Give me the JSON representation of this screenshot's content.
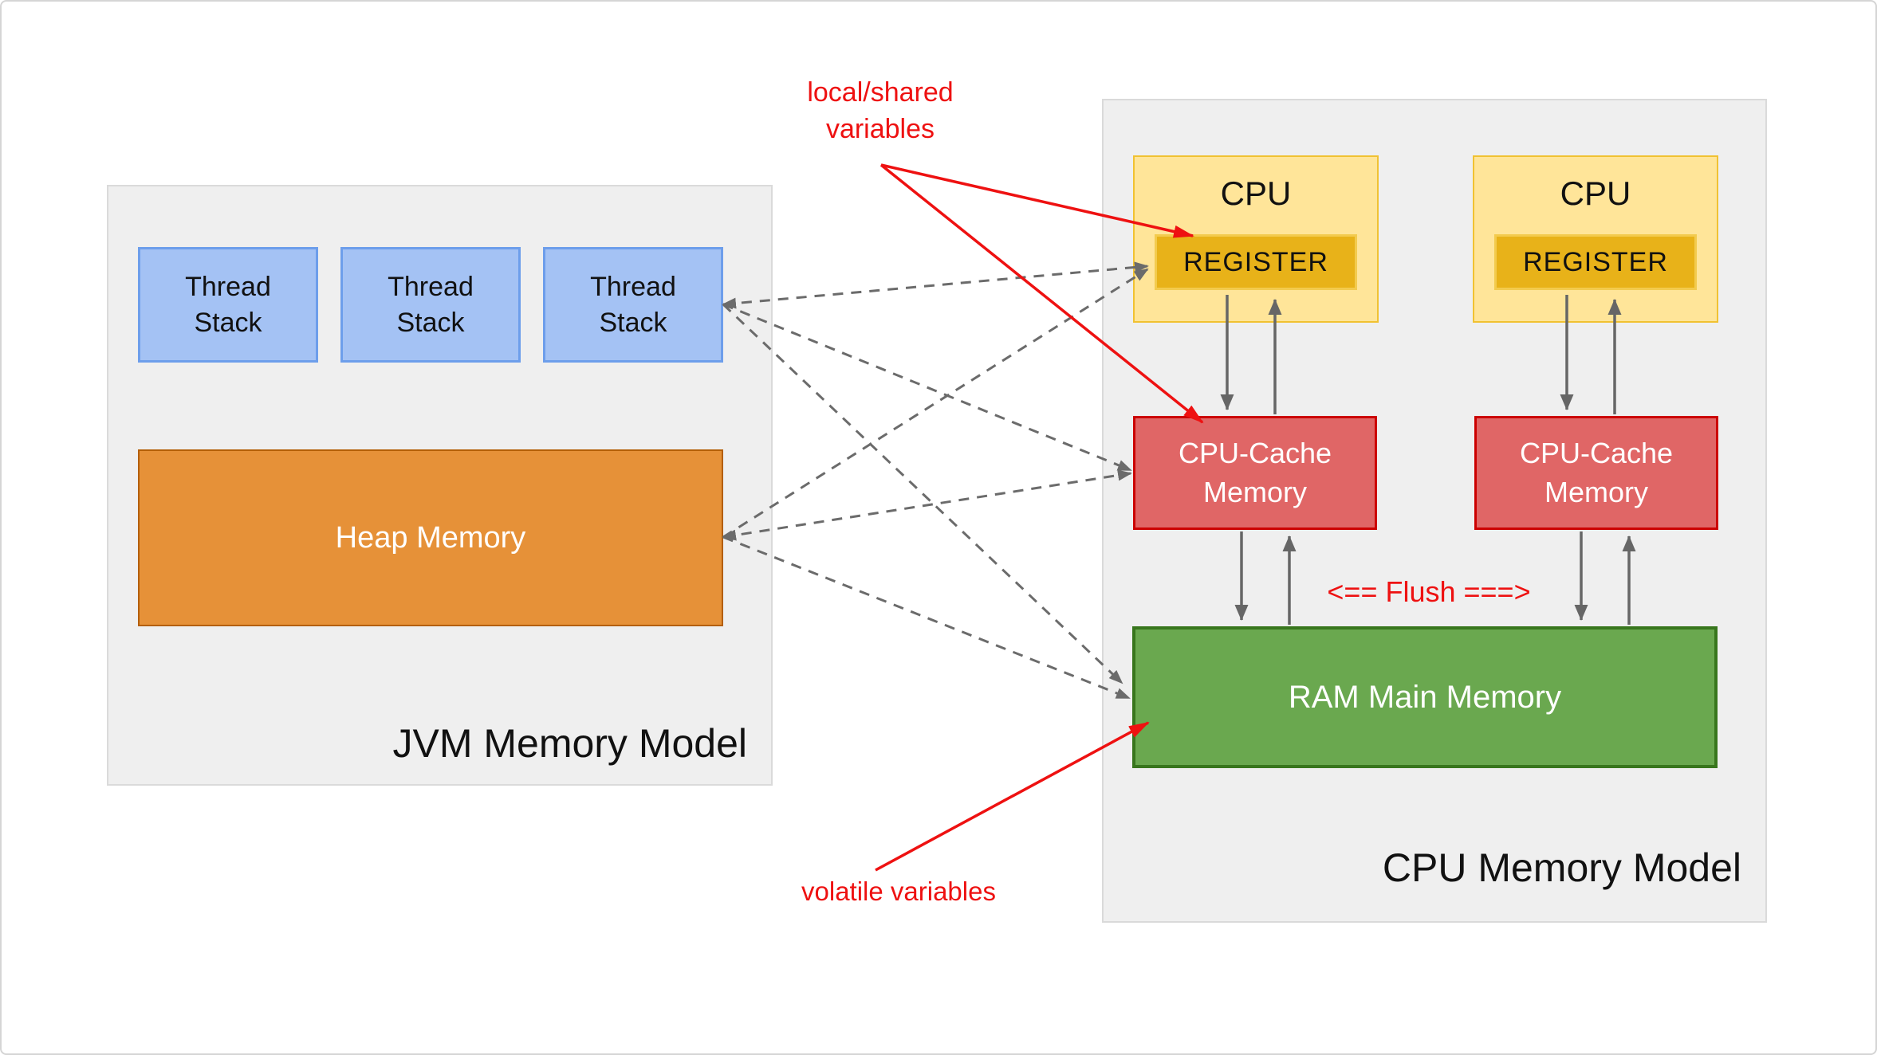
{
  "jvm": {
    "title": "JVM Memory Model",
    "thread_stacks": [
      {
        "label": "Thread Stack"
      },
      {
        "label": "Thread Stack"
      },
      {
        "label": "Thread Stack"
      }
    ],
    "heap": {
      "label": "Heap Memory"
    }
  },
  "cpu_model": {
    "title": "CPU Memory Model",
    "cpus": [
      {
        "label": "CPU",
        "register_label": "REGISTER"
      },
      {
        "label": "CPU",
        "register_label": "REGISTER"
      }
    ],
    "caches": [
      {
        "label": "CPU-Cache Memory"
      },
      {
        "label": "CPU-Cache Memory"
      }
    ],
    "ram": {
      "label": "RAM Main Memory"
    },
    "flush_label": "<== Flush ===>"
  },
  "annotations": {
    "local_shared": "local/shared variables",
    "volatile": "volatile variables"
  },
  "colors": {
    "thread_stack_fill": "#a4c2f4",
    "thread_stack_border": "#6d9eeb",
    "heap_fill": "#e69138",
    "heap_border": "#b45f06",
    "cpu_fill": "#ffe599",
    "cpu_border": "#f1c232",
    "register_fill": "#e8b219",
    "cache_fill": "#e06666",
    "cache_border": "#cc0000",
    "ram_fill": "#6aa84f",
    "ram_border": "#38761d",
    "panel_fill": "#efefef",
    "annotation_red": "#ee1111",
    "arrow_gray": "#666666"
  }
}
